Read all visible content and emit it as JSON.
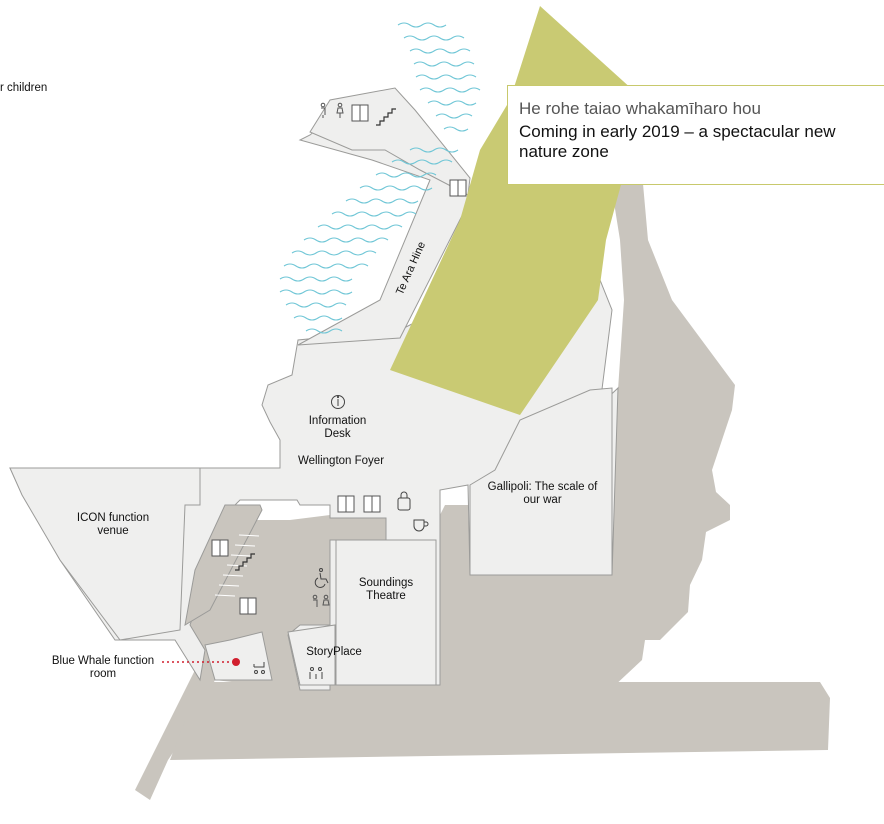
{
  "top_left_fragment": "r children",
  "callout": {
    "title": "He rohe taiao whakamīharo hou",
    "subtitle": "Coming in early 2019 – a spectacular new nature zone"
  },
  "places": {
    "te_ara_hine": "Te Ara Hine",
    "information_desk": "Information Desk",
    "wellington_foyer": "Wellington Foyer",
    "icon_venue": "ICON function venue",
    "gallipoli": "Gallipoli: The scale of our war",
    "soundings_theatre": "Soundings Theatre",
    "storyplace": "StoryPlace",
    "blue_whale": "Blue Whale function room"
  },
  "colors": {
    "floor": "#efefee",
    "wall_stroke": "#9b9b99",
    "building": "#c9c5be",
    "nature_zone": "#c9ca73",
    "water": "#6fc6d6",
    "accent": "#d11f2e",
    "callout_border": "#c8c96c"
  },
  "icons": [
    "toilets-icon",
    "lift-icon",
    "stairs-icon",
    "info-icon",
    "shop-icon",
    "cafe-icon",
    "accessible-icon",
    "baby-change-icon",
    "family-icon"
  ]
}
